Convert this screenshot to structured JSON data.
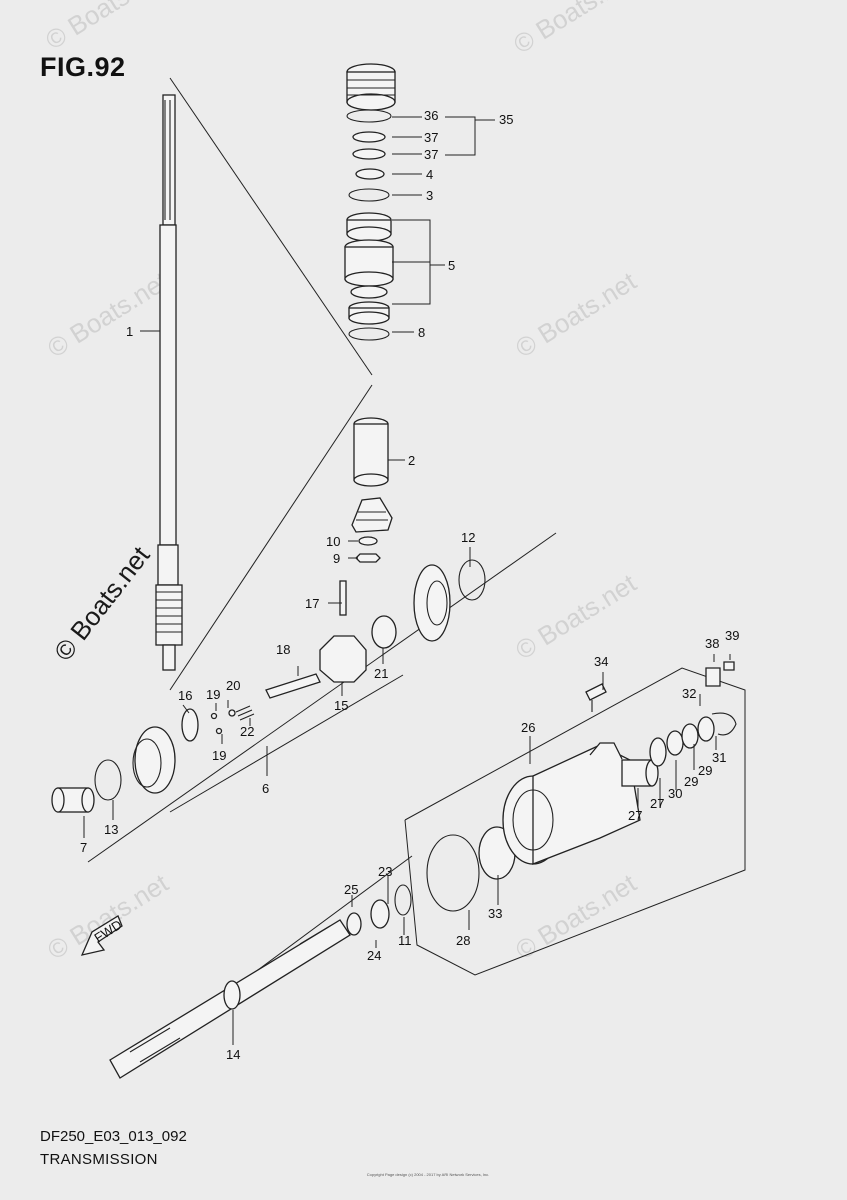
{
  "figure": {
    "title": "FIG.92"
  },
  "footer": {
    "code": "DF250_E03_013_092",
    "name": "TRANSMISSION"
  },
  "copyright_small": "Copyright Page design (c) 2004 - 2017 by ARI Network Services, Inc.",
  "watermark": {
    "text": "© Boats.net"
  },
  "fwd_arrow": {
    "label": "FWD"
  },
  "callouts": {
    "c1": "1",
    "c2": "2",
    "c3": "3",
    "c4": "4",
    "c5": "5",
    "c6": "6",
    "c7": "7",
    "c8": "8",
    "c9": "9",
    "c10": "10",
    "c11": "11",
    "c12": "12",
    "c13": "13",
    "c14": "14",
    "c15": "15",
    "c16": "16",
    "c17": "17",
    "c18": "18",
    "c19a": "19",
    "c19b": "19",
    "c20": "20",
    "c21": "21",
    "c22": "22",
    "c23": "23",
    "c24": "24",
    "c25": "25",
    "c26": "26",
    "c27a": "27",
    "c27b": "27",
    "c28": "28",
    "c29a": "29",
    "c29b": "29",
    "c30": "30",
    "c31": "31",
    "c32": "32",
    "c33": "33",
    "c34": "34",
    "c35": "35",
    "c36": "36",
    "c37a": "37",
    "c37b": "37",
    "c38": "38",
    "c39": "39"
  }
}
